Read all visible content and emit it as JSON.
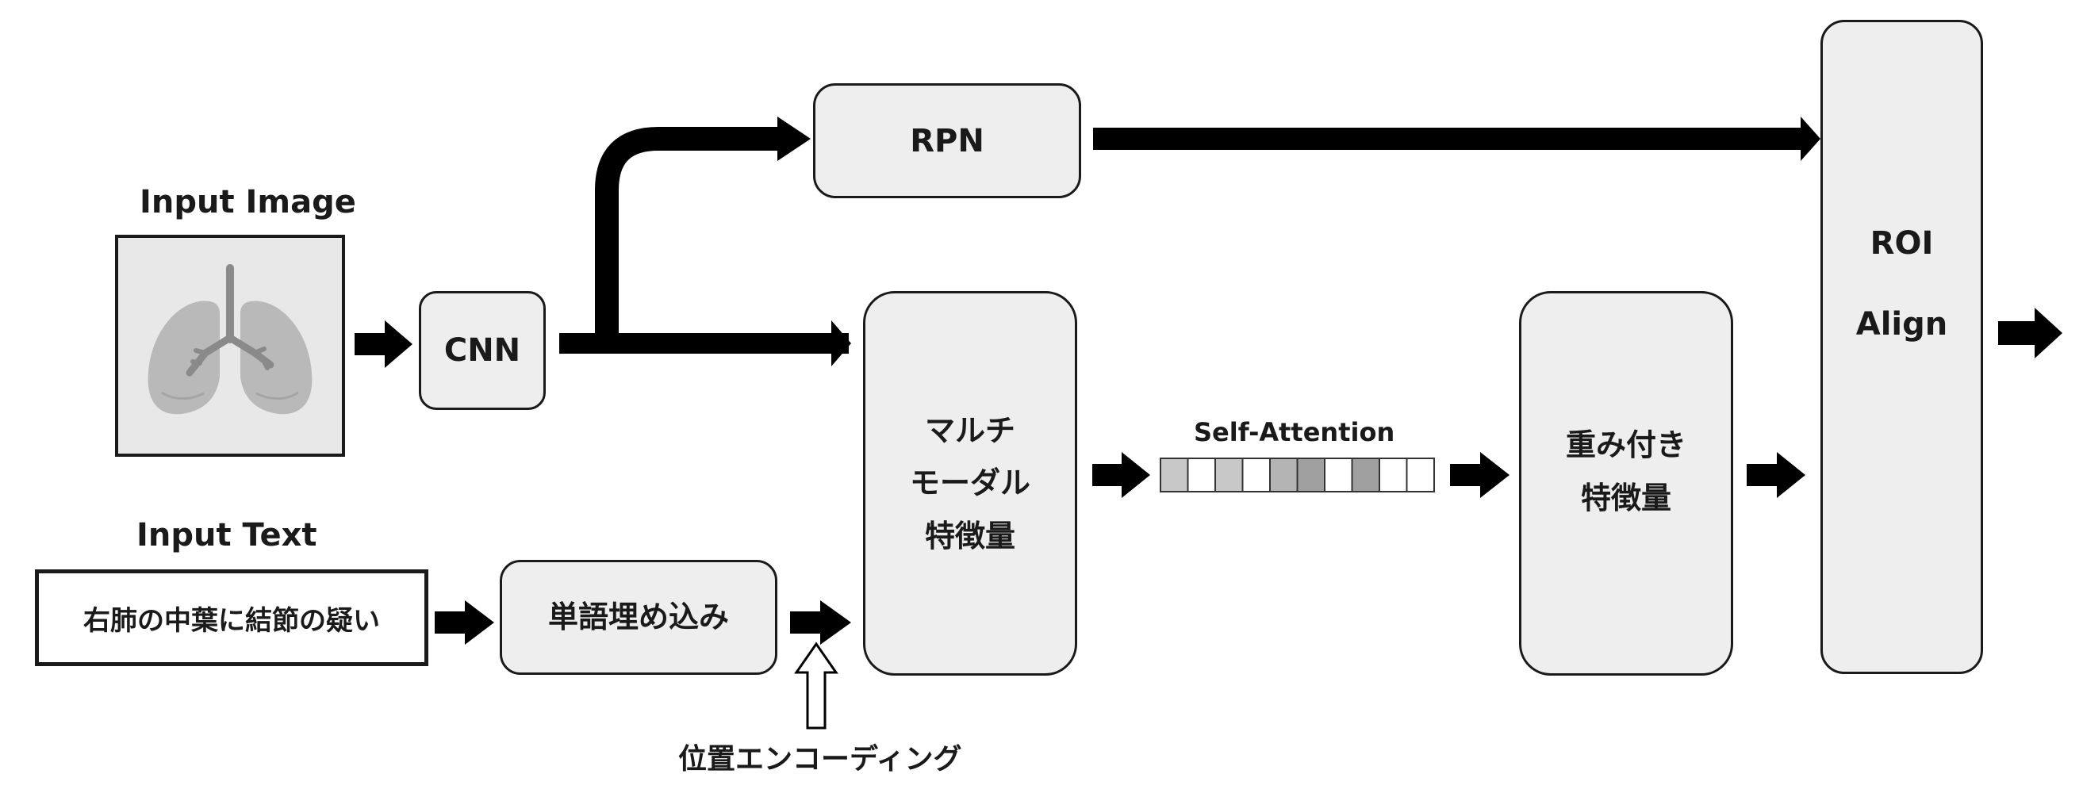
{
  "labels": {
    "input_image": "Input Image",
    "input_text": "Input Text",
    "input_text_value": "右肺の中葉に結節の疑い",
    "cnn": "CNN",
    "rpn": "RPN",
    "word_embedding": "単語埋め込み",
    "multimodal_line1": "マルチ",
    "multimodal_line2": "モーダル",
    "multimodal_line3": "特徴量",
    "self_attention": "Self-Attention",
    "weighted_line1": "重み付き",
    "weighted_line2": "特徴量",
    "roi_line1": "ROI",
    "roi_line2": "Align",
    "positional_encoding": "位置エンコーディング"
  },
  "attention_cells": [
    "#c8c8c8",
    "#ffffff",
    "#c8c8c8",
    "#ffffff",
    "#b4b4b4",
    "#a0a0a0",
    "#ffffff",
    "#a0a0a0",
    "#ffffff",
    "#ffffff"
  ],
  "icons": {
    "input_image": "lungs-icon"
  }
}
